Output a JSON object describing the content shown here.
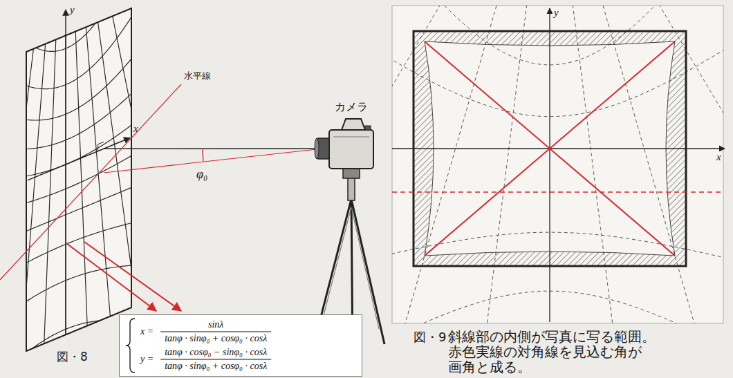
{
  "diagram": {
    "nodes": [
      {
        "text": [
          "x =",
          "sinλ",
          "tanφ · sinφ₀ + cosφ₀ · cosλ",
          "y =",
          "tanφ · cosφ₀ − sinφ₀ · cosλ",
          "tanφ · sinφ₀ + cosφ₀ · cosλ"
        ]
      }
    ],
    "labels": [
      "y",
      "x",
      "水平線",
      "φ₀",
      "カメラ",
      "図・8",
      "y",
      "x",
      "図・9",
      "斜線部の内側が写真に写る範囲。 赤色実線の対角線を見込む角が 画角と成る。"
    ]
  }
}
